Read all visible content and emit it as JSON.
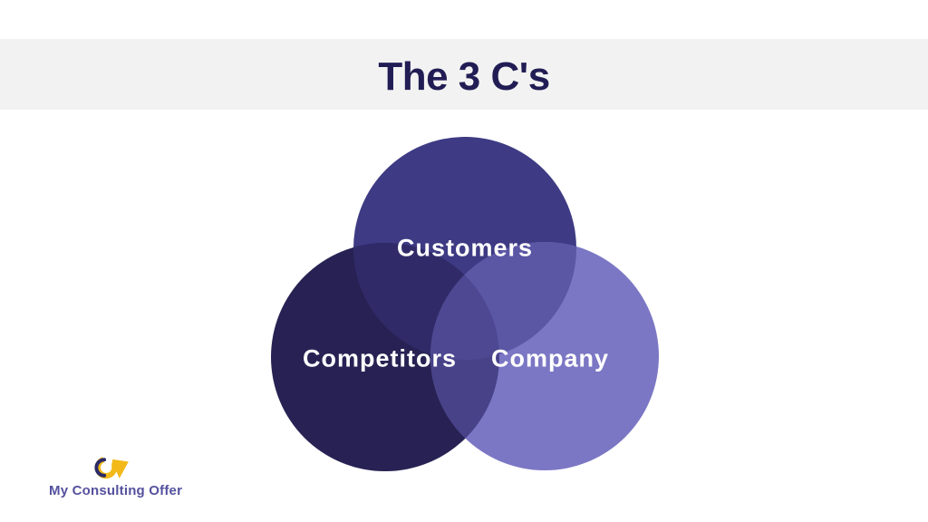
{
  "page": {
    "background": "#ffffff",
    "band_color": "#f2f2f2"
  },
  "header": {
    "title": "The 3 C's",
    "title_color": "#211d54"
  },
  "venn": {
    "label_color": "#ffffff",
    "circles": [
      {
        "label": "Customers",
        "color": "#3e3b84"
      },
      {
        "label": "Competitors",
        "color": "#272253"
      },
      {
        "label": "Company",
        "color": "#7b77c4"
      }
    ],
    "overlaps": {
      "customers_competitors": "#302b68",
      "customers_company": "#5b57a5",
      "competitors_company": "#484289",
      "center": "#4e4892"
    }
  },
  "footer": {
    "logo_text": "My Consulting Offer",
    "logo_text_color": "#54519e",
    "logo_arrow_color": "#f2b919",
    "logo_crescent_color": "#2b2a67"
  }
}
